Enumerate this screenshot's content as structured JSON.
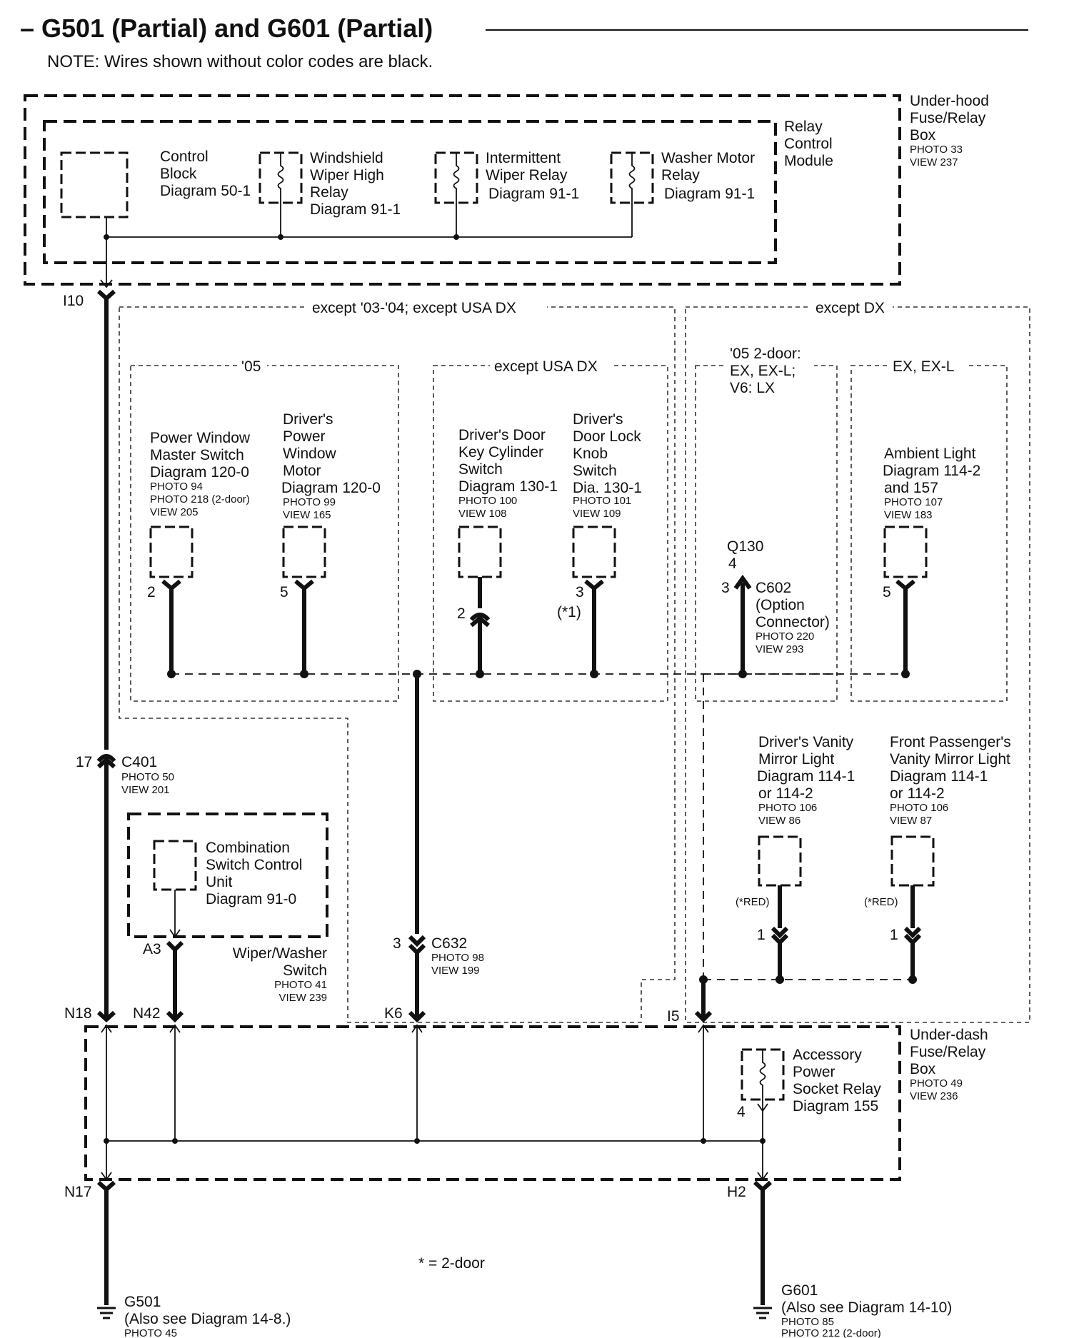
{
  "header": {
    "title": "– G501 (Partial) and G601 (Partial)",
    "note": "NOTE: Wires shown without color codes are black."
  },
  "under_hood": {
    "lines": [
      "Under-hood",
      "Fuse/Relay",
      "Box"
    ],
    "photo": "PHOTO 33",
    "view": "VIEW 237"
  },
  "relay_module": {
    "lines": [
      "Relay",
      "Control",
      "Module"
    ]
  },
  "control_block": {
    "lines": [
      "Control",
      "Block",
      "Diagram  50-1"
    ]
  },
  "windshield_relay": {
    "lines": [
      "Windshield",
      "Wiper High",
      "Relay",
      "Diagram 91-1"
    ]
  },
  "intermittent_relay": {
    "lines": [
      "Intermittent",
      "Wiper Relay",
      "Diagram 91-1"
    ]
  },
  "washer_relay": {
    "lines": [
      "Washer Motor",
      "Relay",
      "Diagram 91-1"
    ]
  },
  "conditions": {
    "except_0304": "except '03-'04; except USA DX",
    "except_dx": "except DX",
    "y05": "'05",
    "except_usa_dx": "except USA DX",
    "y05_2door": [
      "'05 2-door:",
      "EX, EX-L;",
      "V6: LX"
    ],
    "ex_exl": "EX, EX-L"
  },
  "pw_master": {
    "lines": [
      "Power Window",
      "Master Switch",
      "Diagram 120-0"
    ],
    "small": [
      "PHOTO 94",
      "PHOTO 218 (2-door)",
      "VIEW 205"
    ],
    "pin": "2"
  },
  "pw_motor": {
    "lines": [
      "Driver's",
      "Power",
      "Window",
      "Motor",
      "Diagram 120-0"
    ],
    "small": [
      "PHOTO 99",
      "VIEW 165"
    ],
    "pin": "5"
  },
  "key_cyl": {
    "lines": [
      "Driver's Door",
      "Key Cylinder",
      "Switch",
      "Diagram 130-1"
    ],
    "small": [
      "PHOTO 100",
      "VIEW 108"
    ],
    "pin": "2"
  },
  "lock_knob": {
    "lines": [
      "Driver's",
      "Door Lock",
      "Knob",
      "Switch",
      "Dia. 130-1"
    ],
    "small": [
      "PHOTO 101",
      "VIEW 109"
    ],
    "pin": "3",
    "note": "(*1)"
  },
  "c602": {
    "q130": "Q130",
    "q_pin": "4",
    "pin": "3",
    "lines": [
      "C602",
      "(Option",
      "Connector)"
    ],
    "small": [
      "PHOTO 220",
      "VIEW 293"
    ]
  },
  "ambient": {
    "lines": [
      "Ambient Light",
      "Diagram 114-2",
      "and 157"
    ],
    "small": [
      "PHOTO 107",
      "VIEW 183"
    ],
    "pin": "5"
  },
  "drv_vanity": {
    "lines": [
      "Driver's Vanity",
      "Mirror Light",
      "Diagram  114-1",
      "or 114-2"
    ],
    "small": [
      "PHOTO 106",
      "VIEW 86"
    ],
    "wire_color": "(*RED)",
    "pin": "1"
  },
  "pass_vanity": {
    "lines": [
      "Front Passenger's",
      "Vanity Mirror Light",
      "Diagram 114-1",
      "or 114-2"
    ],
    "small": [
      "PHOTO 106",
      "VIEW 87"
    ],
    "wire_color": "(*RED)",
    "pin": "1"
  },
  "c401": {
    "pin": "17",
    "label": "C401",
    "small": [
      "PHOTO 50",
      "VIEW 201"
    ]
  },
  "combo_unit": {
    "lines": [
      "Combination",
      "Switch Control",
      "Unit",
      "Diagram 91-0"
    ],
    "pin": "A3"
  },
  "wiper_switch": {
    "lines": [
      "Wiper/Washer",
      "Switch"
    ],
    "small": [
      "PHOTO 41",
      "VIEW 239"
    ]
  },
  "c632": {
    "pin": "3",
    "label": "C632",
    "small": [
      "PHOTO 98",
      "VIEW 199"
    ]
  },
  "terminals": {
    "i10": "I10",
    "n18": "N18",
    "n42": "N42",
    "k6": "K6",
    "i5": "I5",
    "n17": "N17",
    "h2": "H2"
  },
  "under_dash": {
    "lines": [
      "Under-dash",
      "Fuse/Relay",
      "Box"
    ],
    "photo": "PHOTO 49",
    "view": "VIEW 236"
  },
  "acc_relay": {
    "lines": [
      "Accessory",
      "Power",
      "Socket Relay",
      "Diagram 155"
    ],
    "pin": "4"
  },
  "footnote": "* = 2-door",
  "g501": {
    "label": "G501",
    "line2": "(Also see Diagram 14-8.)",
    "small": [
      "PHOTO 45"
    ]
  },
  "g601": {
    "label": "G601",
    "line2": "(Also see Diagram 14-10)",
    "small": [
      "PHOTO 85",
      "PHOTO 212 (2-door)"
    ]
  }
}
